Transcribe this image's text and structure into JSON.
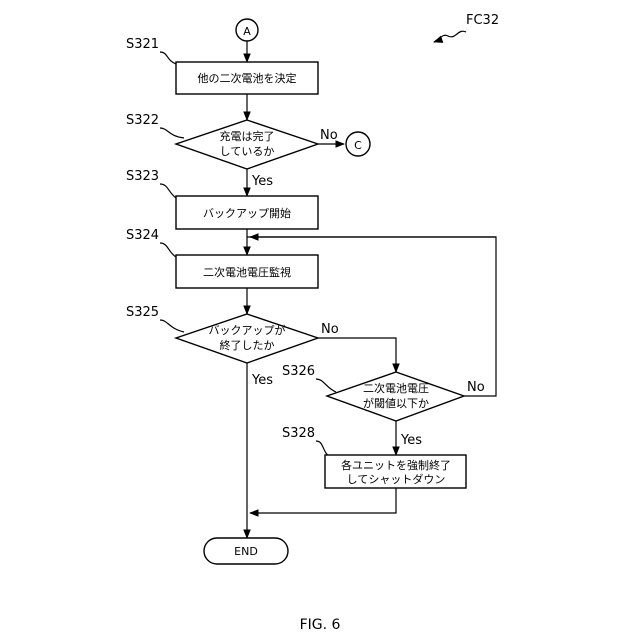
{
  "figure_id": "FC32",
  "caption": "FIG. 6",
  "connectors": {
    "start": "A",
    "exit": "C"
  },
  "steps": {
    "s321": {
      "label": "S321",
      "text": "他の二次電池を決定"
    },
    "s322": {
      "label": "S322",
      "line1": "充電は完了",
      "line2": "しているか"
    },
    "s323": {
      "label": "S323",
      "text": "バックアップ開始"
    },
    "s324": {
      "label": "S324",
      "text": "二次電池電圧監視"
    },
    "s325": {
      "label": "S325",
      "line1": "バックアップが",
      "line2": "終了したか"
    },
    "s326": {
      "label": "S326",
      "line1": "二次電池電圧",
      "line2": "が閾値以下か"
    },
    "s328": {
      "label": "S328",
      "line1": "各ユニットを強制終了",
      "line2": "してシャットダウン"
    },
    "end": {
      "text": "END"
    }
  },
  "branches": {
    "s322_no": "No",
    "s322_yes": "Yes",
    "s325_no": "No",
    "s325_yes": "Yes",
    "s326_no": "No",
    "s326_yes": "Yes"
  }
}
